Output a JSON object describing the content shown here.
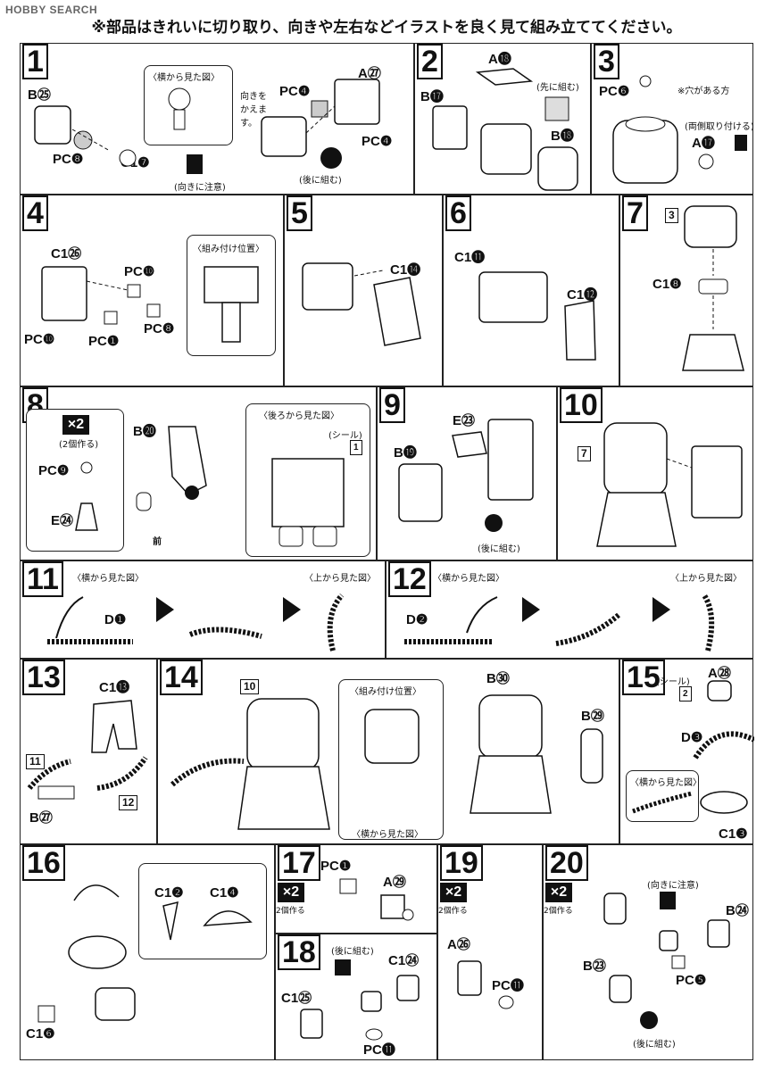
{
  "watermark": "HOBBY SEARCH",
  "header": "※部品はきれいに切り取り、向きや左右などイラストを良く見て組み立ててください。",
  "steps": [
    {
      "n": "1",
      "labels": [
        "B㉕",
        "PC❽",
        "C1❼",
        "PC❹",
        "A㉗",
        "PC❹"
      ],
      "notes": [
        "〈横から見た図〉",
        "向きを かえます。",
        "(向きに注意)",
        "(後に組む)"
      ]
    },
    {
      "n": "2",
      "labels": [
        "A⓲",
        "B⓱",
        "B⓲"
      ],
      "notes": [
        "(先に組む)"
      ]
    },
    {
      "n": "3",
      "labels": [
        "PC❻",
        "A⓱"
      ],
      "notes": [
        "※穴がある方",
        "(両側取り付ける)"
      ]
    },
    {
      "n": "4",
      "labels": [
        "C1㉖",
        "PC❿",
        "PC❽",
        "PC❿",
        "PC❶"
      ],
      "notes": [
        "〈組み付け位置〉"
      ]
    },
    {
      "n": "5",
      "labels": [
        "C1⓮"
      ],
      "notes": []
    },
    {
      "n": "6",
      "labels": [
        "C1⓫",
        "C1⓬"
      ],
      "notes": []
    },
    {
      "n": "7",
      "labels": [
        "C1❽"
      ],
      "notes": [],
      "refs": [
        "3"
      ]
    },
    {
      "n": "8",
      "labels": [
        "B⓴",
        "PC❾",
        "E㉔"
      ],
      "notes": [
        "〈後ろから見た図〉",
        "(シール)",
        "(2個作る)",
        "前"
      ],
      "refs": [
        "1"
      ]
    },
    {
      "n": "9",
      "labels": [
        "E㉓",
        "B⓳"
      ],
      "notes": [
        "(後に組む)"
      ]
    },
    {
      "n": "10",
      "labels": [],
      "notes": [],
      "refs": [
        "7"
      ]
    },
    {
      "n": "11",
      "labels": [
        "D❶"
      ],
      "notes": [
        "〈横から見た図〉",
        "〈上から見た図〉"
      ]
    },
    {
      "n": "12",
      "labels": [
        "D❷"
      ],
      "notes": [
        "〈横から見た図〉",
        "〈上から見た図〉"
      ]
    },
    {
      "n": "13",
      "labels": [
        "C1⓭",
        "B㉗"
      ],
      "notes": [],
      "refs": [
        "11",
        "12"
      ]
    },
    {
      "n": "14",
      "labels": [
        "B㉚",
        "B㉙"
      ],
      "notes": [
        "〈組み付け位置〉",
        "〈横から見た図〉"
      ],
      "refs": [
        "10"
      ]
    },
    {
      "n": "15",
      "labels": [
        "A㉘",
        "D❸",
        "C1❸"
      ],
      "notes": [
        "(シール)",
        "〈横から見た図〉"
      ],
      "refs": [
        "2"
      ]
    },
    {
      "n": "16",
      "labels": [
        "C1❷",
        "C1❹",
        "C1❻"
      ],
      "notes": []
    },
    {
      "n": "17",
      "labels": [
        "PC❶",
        "A㉙"
      ],
      "notes": [
        "2個作る"
      ]
    },
    {
      "n": "18",
      "labels": [
        "C1㉔",
        "C1㉕",
        "PC⓫"
      ],
      "notes": [
        "(後に組む)"
      ]
    },
    {
      "n": "19",
      "labels": [
        "A㉖",
        "PC⓫"
      ],
      "notes": [
        "2個作る"
      ]
    },
    {
      "n": "20",
      "labels": [
        "B㉔",
        "B㉓",
        "PC❺"
      ],
      "notes": [
        "(向きに注意)",
        "(後に組む)",
        "2個作る"
      ]
    }
  ],
  "x2": "×2"
}
